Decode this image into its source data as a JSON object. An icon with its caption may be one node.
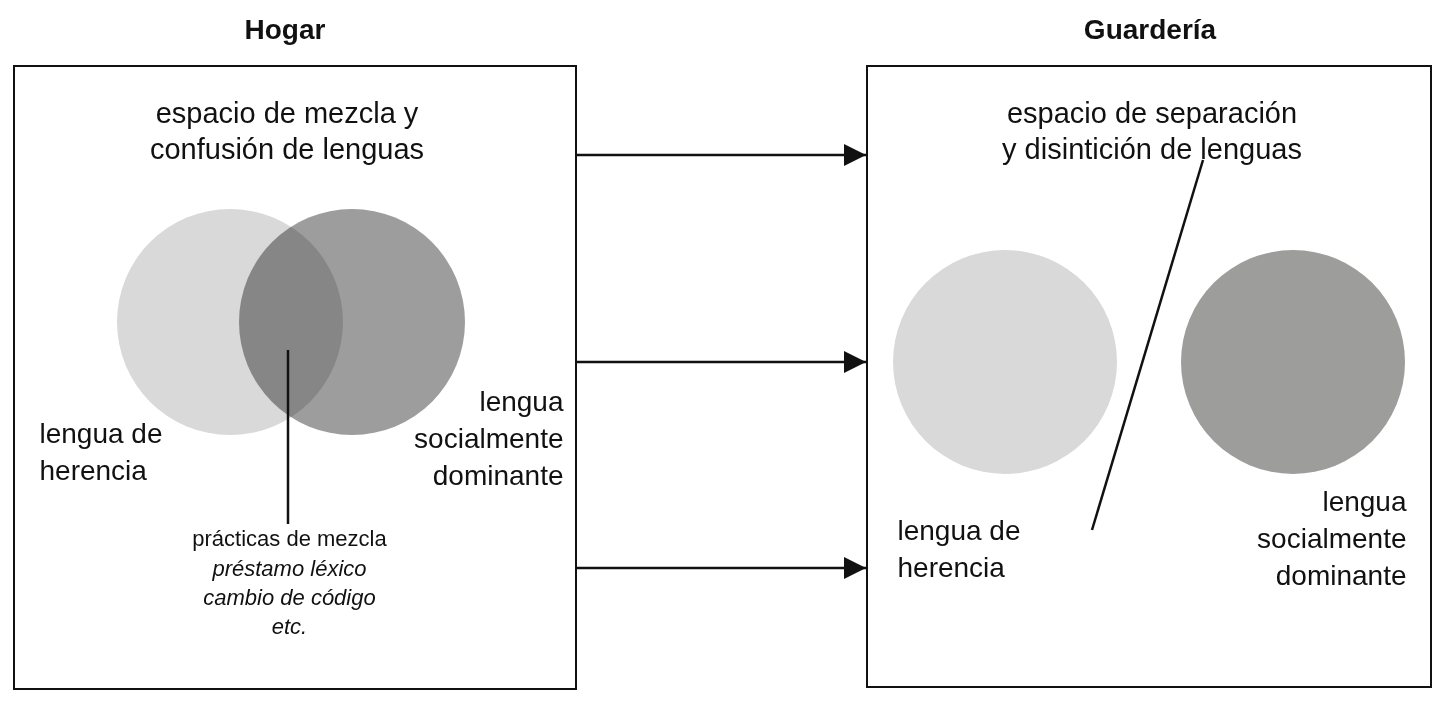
{
  "diagram": {
    "nodes": [
      {
        "text": [
          "Hogar",
          "espacio de mezcla y confusión de lenguas"
        ]
      },
      {
        "text": [],
        "shape": "circle",
        "in": 0,
        "beside": [
          "lengua de herencia"
        ]
      },
      {
        "text": [],
        "shape": "circle",
        "in": 0,
        "beside": [
          "lengua socialmente dominante"
        ]
      },
      {
        "text": [
          "prácticas de mezcla",
          "préstamo léxico cambio de código etc."
        ],
        "in": 0
      },
      {
        "text": [
          "Guardería",
          "espacio de separación y disintición de lenguas"
        ]
      },
      {
        "text": [],
        "shape": "circle",
        "in": 4,
        "beside": [
          "lengua de herencia"
        ]
      },
      {
        "text": [],
        "shape": "circle",
        "in": 4,
        "beside": [
          "lengua socialmente dominante"
        ]
      }
    ],
    "edges": [
      {
        "from": 0,
        "to": 4,
        "arrow": "to"
      },
      {
        "from": 0,
        "to": 4,
        "arrow": "to"
      },
      {
        "from": 0,
        "to": 4,
        "arrow": "to"
      },
      {
        "from": 3,
        "to": 1,
        "arrow": "none"
      }
    ]
  }
}
